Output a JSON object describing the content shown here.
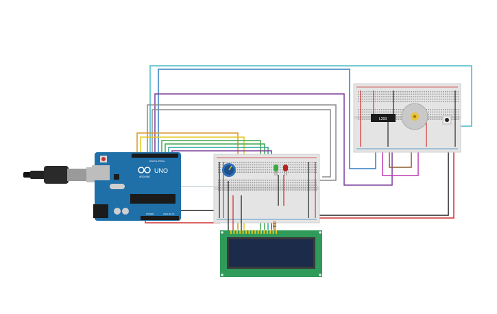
{
  "canvas": {
    "background": "#ffffff"
  },
  "colors": {
    "arduino_board": "#1f6fa8",
    "breadboard": "#e4e4e4",
    "lcd_pcb": "#2f9a5a",
    "lcd_screen": "#1c2b4a",
    "wire_red": "#d03030",
    "wire_black": "#222222",
    "wire_cyan": "#47b7c8",
    "wire_blue": "#2f7fc0",
    "wire_purple": "#7a3a98",
    "wire_gray": "#8a8a8a",
    "wire_orange": "#d9952a",
    "wire_yellow": "#e3c81c",
    "wire_green": "#3ea64a",
    "wire_brown": "#8a5a2b",
    "wire_magenta": "#c03ab0",
    "led_green": "#39a844",
    "led_red": "#b42424"
  },
  "arduino": {
    "brand": "ARDUINO",
    "model": "UNO",
    "digital_label": "DIGITAL (PWM~)",
    "power_label": "POWER",
    "analog_label": "ANALOG IN",
    "icon": "arduino-infinity-logo-icon"
  },
  "ic_chip": {
    "label": "L293"
  },
  "components": {
    "usb_cable": "usb-cable-icon",
    "potentiometer": "potentiometer-icon",
    "dc_motor": "dc-motor-icon",
    "push_button": "push-button-icon",
    "led_green": "green-led-icon",
    "led_red": "red-led-icon",
    "resistor": "resistor-icon"
  }
}
